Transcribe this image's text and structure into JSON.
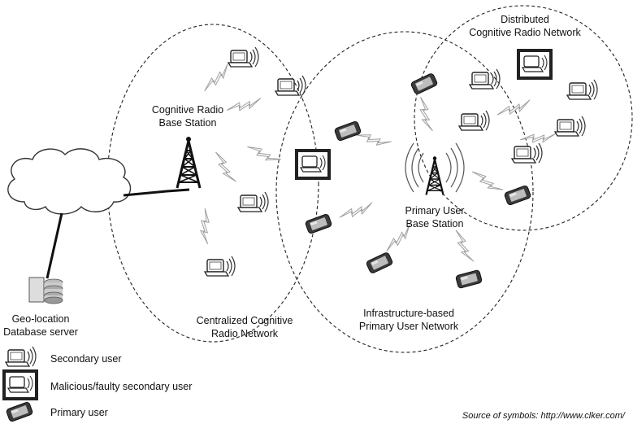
{
  "labels": {
    "cr_base_station": [
      "Cognitive Radio",
      "Base Station"
    ],
    "distributed_network": [
      "Distributed",
      "Cognitive Radio Network"
    ],
    "primary_base_station": [
      "Primary User",
      "Base Station"
    ],
    "geo_database": [
      "Geo-location",
      "Database server"
    ],
    "centralized_network": [
      "Centralized Cognitive",
      "Radio Network"
    ],
    "infrastructure_network": [
      "Infrastructure-based",
      "Primary User Network"
    ]
  },
  "legend": {
    "secondary_user": "Secondary user",
    "malicious_user": "Malicious/faulty secondary user",
    "primary_user": "Primary user"
  },
  "source": "Source of symbols: http://www.clker.com/"
}
